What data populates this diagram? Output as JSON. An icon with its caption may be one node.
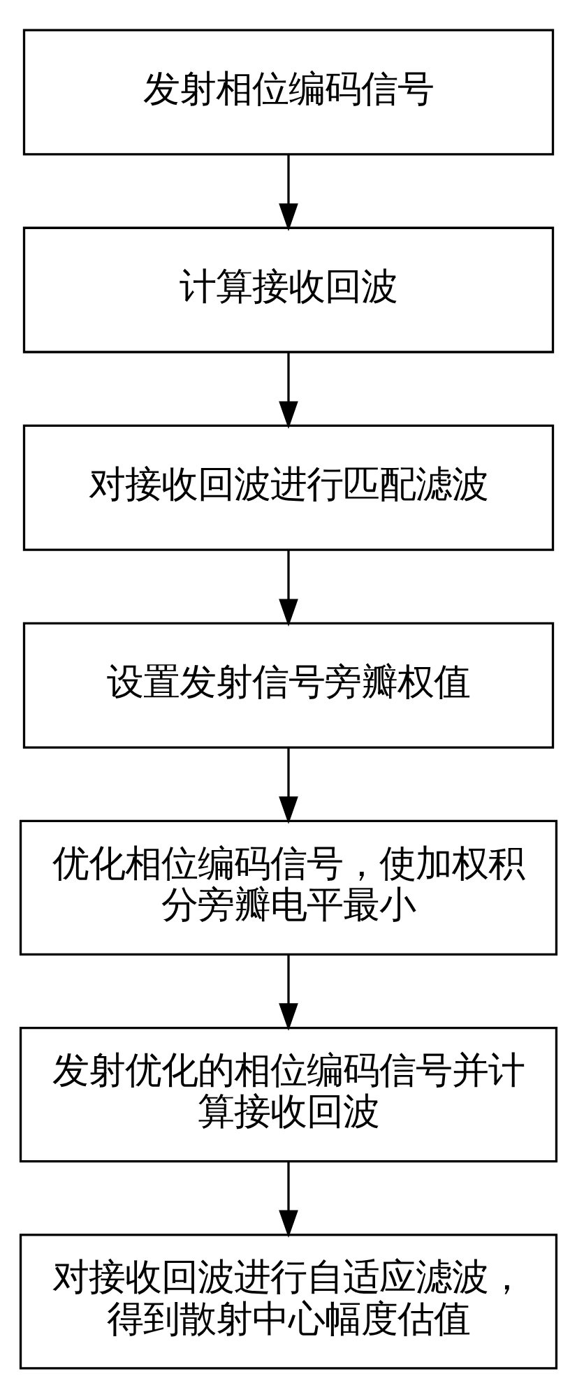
{
  "diagram": {
    "nodes": [
      {
        "text": [
          "发射相位编码信号"
        ]
      },
      {
        "text": [
          "计算接收回波"
        ]
      },
      {
        "text": [
          "对接收回波进行匹配滤波"
        ]
      },
      {
        "text": [
          "设置发射信号旁瓣权值"
        ]
      },
      {
        "text": [
          "优化相位编码信号，使加权积分旁瓣电平最小"
        ]
      },
      {
        "text": [
          "发射优化的相位编码信号并计算接收回波"
        ]
      },
      {
        "text": [
          "对接收回波进行自适应滤波，得到散射中心幅度估值"
        ]
      }
    ],
    "edges": [
      {
        "from": 0,
        "to": 1,
        "arrow": "to"
      },
      {
        "from": 1,
        "to": 2,
        "arrow": "to"
      },
      {
        "from": 2,
        "to": 3,
        "arrow": "to"
      },
      {
        "from": 3,
        "to": 4,
        "arrow": "to"
      },
      {
        "from": 4,
        "to": 5,
        "arrow": "to"
      },
      {
        "from": 5,
        "to": 6,
        "arrow": "to"
      }
    ]
  }
}
